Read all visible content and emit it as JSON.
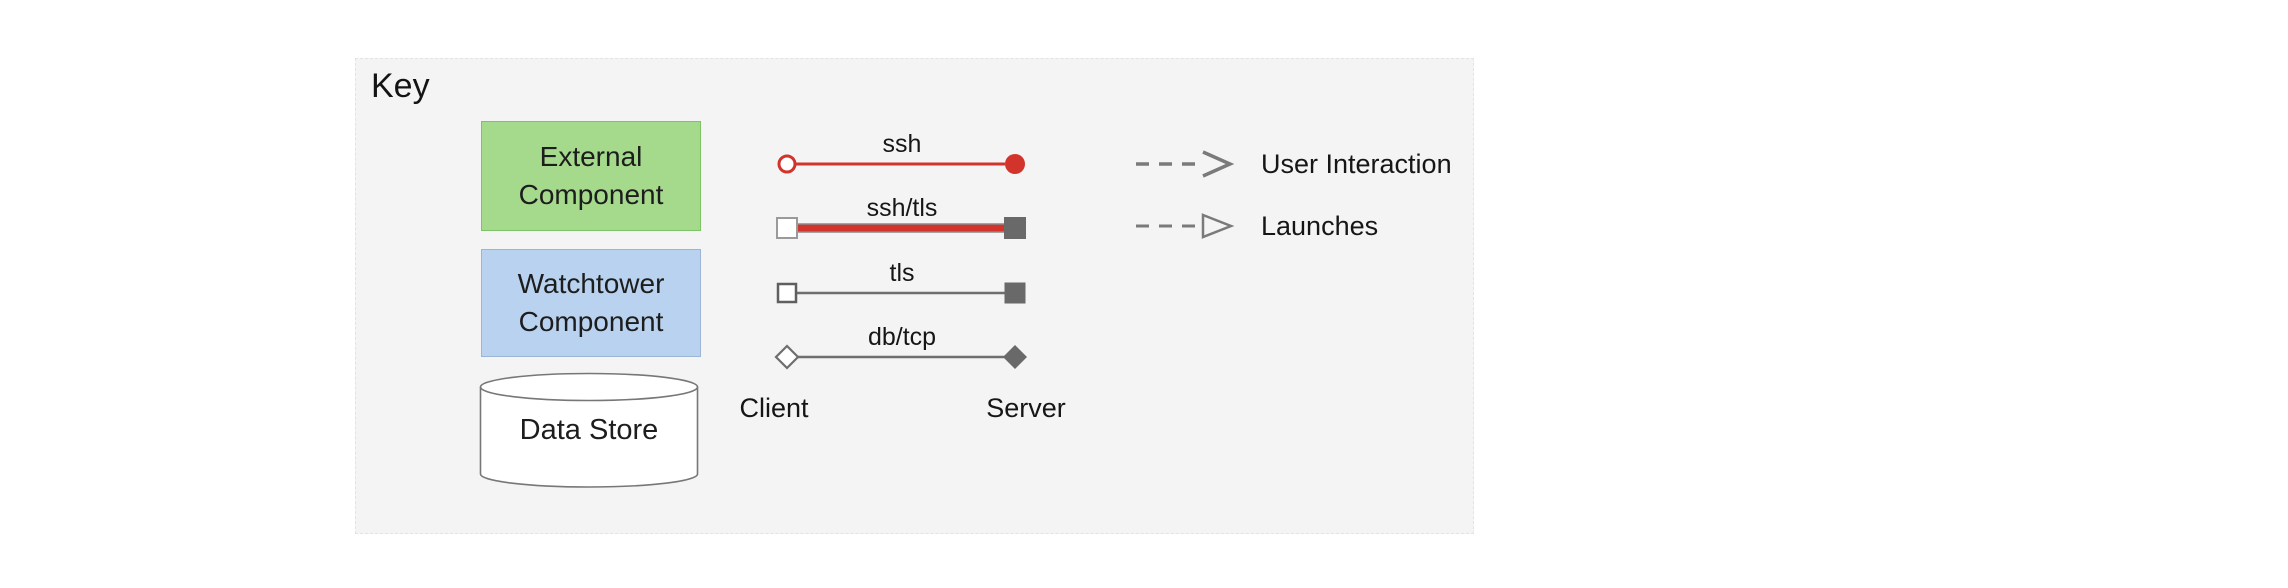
{
  "panel": {
    "title": "Key",
    "background": "#f4f4f4"
  },
  "nodes": {
    "external": {
      "label": "External Component",
      "fill": "#a5d98c",
      "border": "#7cc465"
    },
    "watchtower": {
      "label": "Watchtower Component",
      "fill": "#b9d2ef",
      "border": "#9cb4d6"
    },
    "datastore": {
      "label": "Data Store",
      "fill": "#ffffff",
      "border": "#777777"
    }
  },
  "connectors": [
    {
      "label": "ssh",
      "color": "#d2342c",
      "client_marker": "open-circle",
      "server_marker": "filled-circle"
    },
    {
      "label": "ssh/tls",
      "color": "#d2342c",
      "edge_color": "#8a8a8a",
      "client_marker": "open-square",
      "server_marker": "filled-square"
    },
    {
      "label": "tls",
      "color": "#6e6e6e",
      "client_marker": "open-square",
      "server_marker": "filled-square"
    },
    {
      "label": "db/tcp",
      "color": "#6e6e6e",
      "client_marker": "open-diamond",
      "server_marker": "filled-diamond"
    }
  ],
  "endpoints": {
    "client": "Client",
    "server": "Server"
  },
  "arrows": [
    {
      "label": "User Interaction",
      "style": "dashed-chevron-arrow",
      "color": "#7a7a7a"
    },
    {
      "label": "Launches",
      "style": "dashed-open-triangle-arrow",
      "color": "#7a7a7a"
    }
  ]
}
